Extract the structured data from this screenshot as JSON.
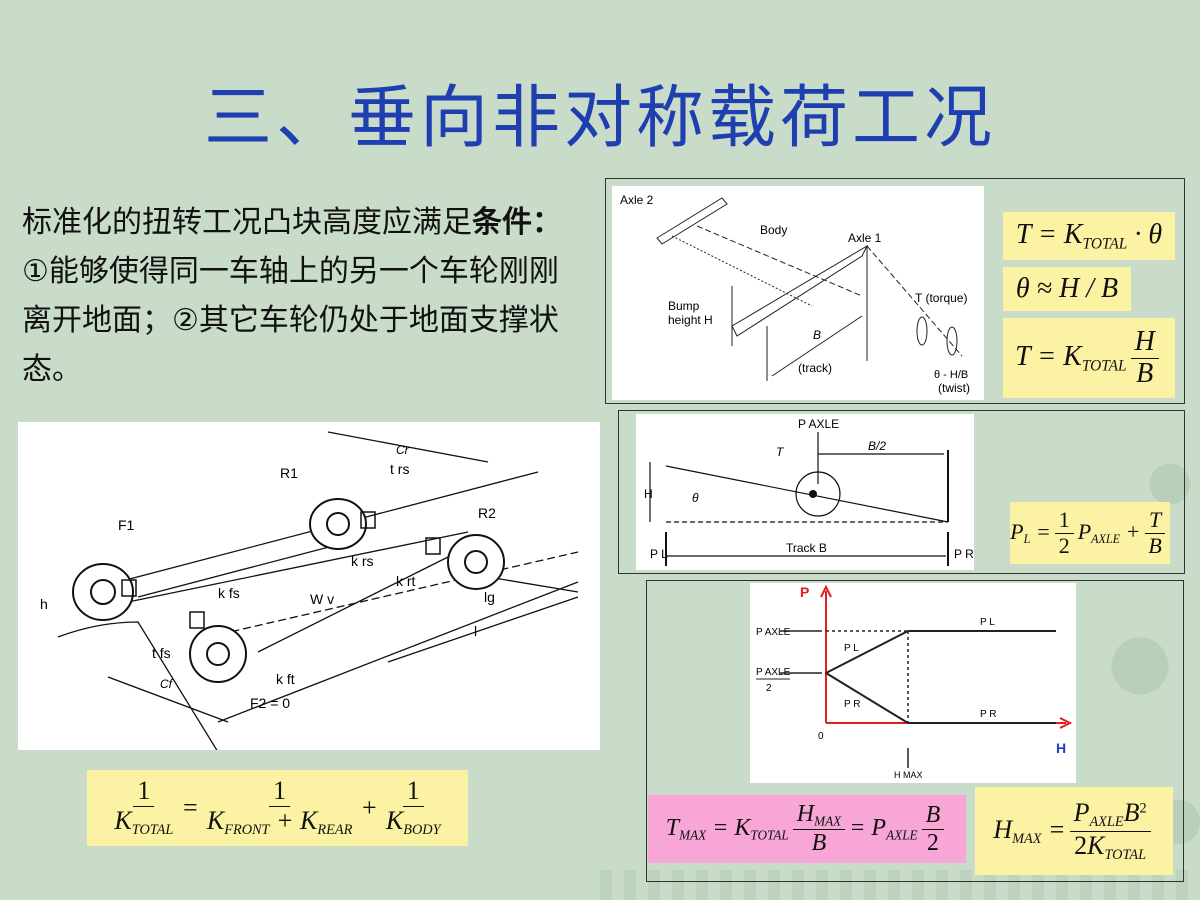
{
  "title": "三、垂向非对称载荷工况",
  "paragraph": {
    "text_before": "标准化的扭转工况凸块高度应满足",
    "emphasis": "条件：",
    "text_after": "①能够使得同一车轴上的另一个车轮刚刚离开地面；②其它车轮仍处于地面支撑状态。"
  },
  "fig_torque": {
    "axle2": "Axle 2",
    "body": "Body",
    "axle1": "Axle 1",
    "bump1": "Bump",
    "bump2": "height H",
    "t_torque": "T (torque)",
    "b": "B",
    "track": "(track)",
    "twist1": "θ - H/B",
    "twist2": "(twist)"
  },
  "fig_vehicle": {
    "cr": "Cr",
    "trs": "t rs",
    "r1": "R1",
    "r2": "R2",
    "f1": "F1",
    "krs": "k rs",
    "krt": "k rt",
    "lg": "lg",
    "wv": "W v",
    "kfs": "k fs",
    "h": "h",
    "tfs": "t fs",
    "l": "l",
    "cf": "Cf",
    "kft": "k ft",
    "f2": "F2 = 0"
  },
  "fig_track": {
    "paxle": "P AXLE",
    "t": "T",
    "b2": "B/2",
    "h": "H",
    "theta": "θ",
    "track": "Track B",
    "pl": "P L",
    "pr": "P R"
  },
  "fig_graph": {
    "p": "P",
    "h": "H",
    "zero": "0",
    "paxle": "P AXLE",
    "paxle_half": "P AXLE",
    "two": "2",
    "pl_top": "P L",
    "pl_mid": "P L",
    "pr_mid": "P R",
    "pr_low": "P R",
    "hmax": "H MAX"
  },
  "formulas": {
    "f1": "T = K TOTAL · θ",
    "f2": "θ ≈ H / B",
    "f3": "T = K TOTAL H/B",
    "f4": "P L = 1/2 P AXLE + T/B",
    "f5": "1/K TOTAL = 1/(K FRONT + K REAR) + 1/K BODY",
    "f6": "T MAX = K TOTAL H MAX/B = P AXLE B/2",
    "f7": "H MAX = P AXLE B²/2K TOTAL"
  }
}
